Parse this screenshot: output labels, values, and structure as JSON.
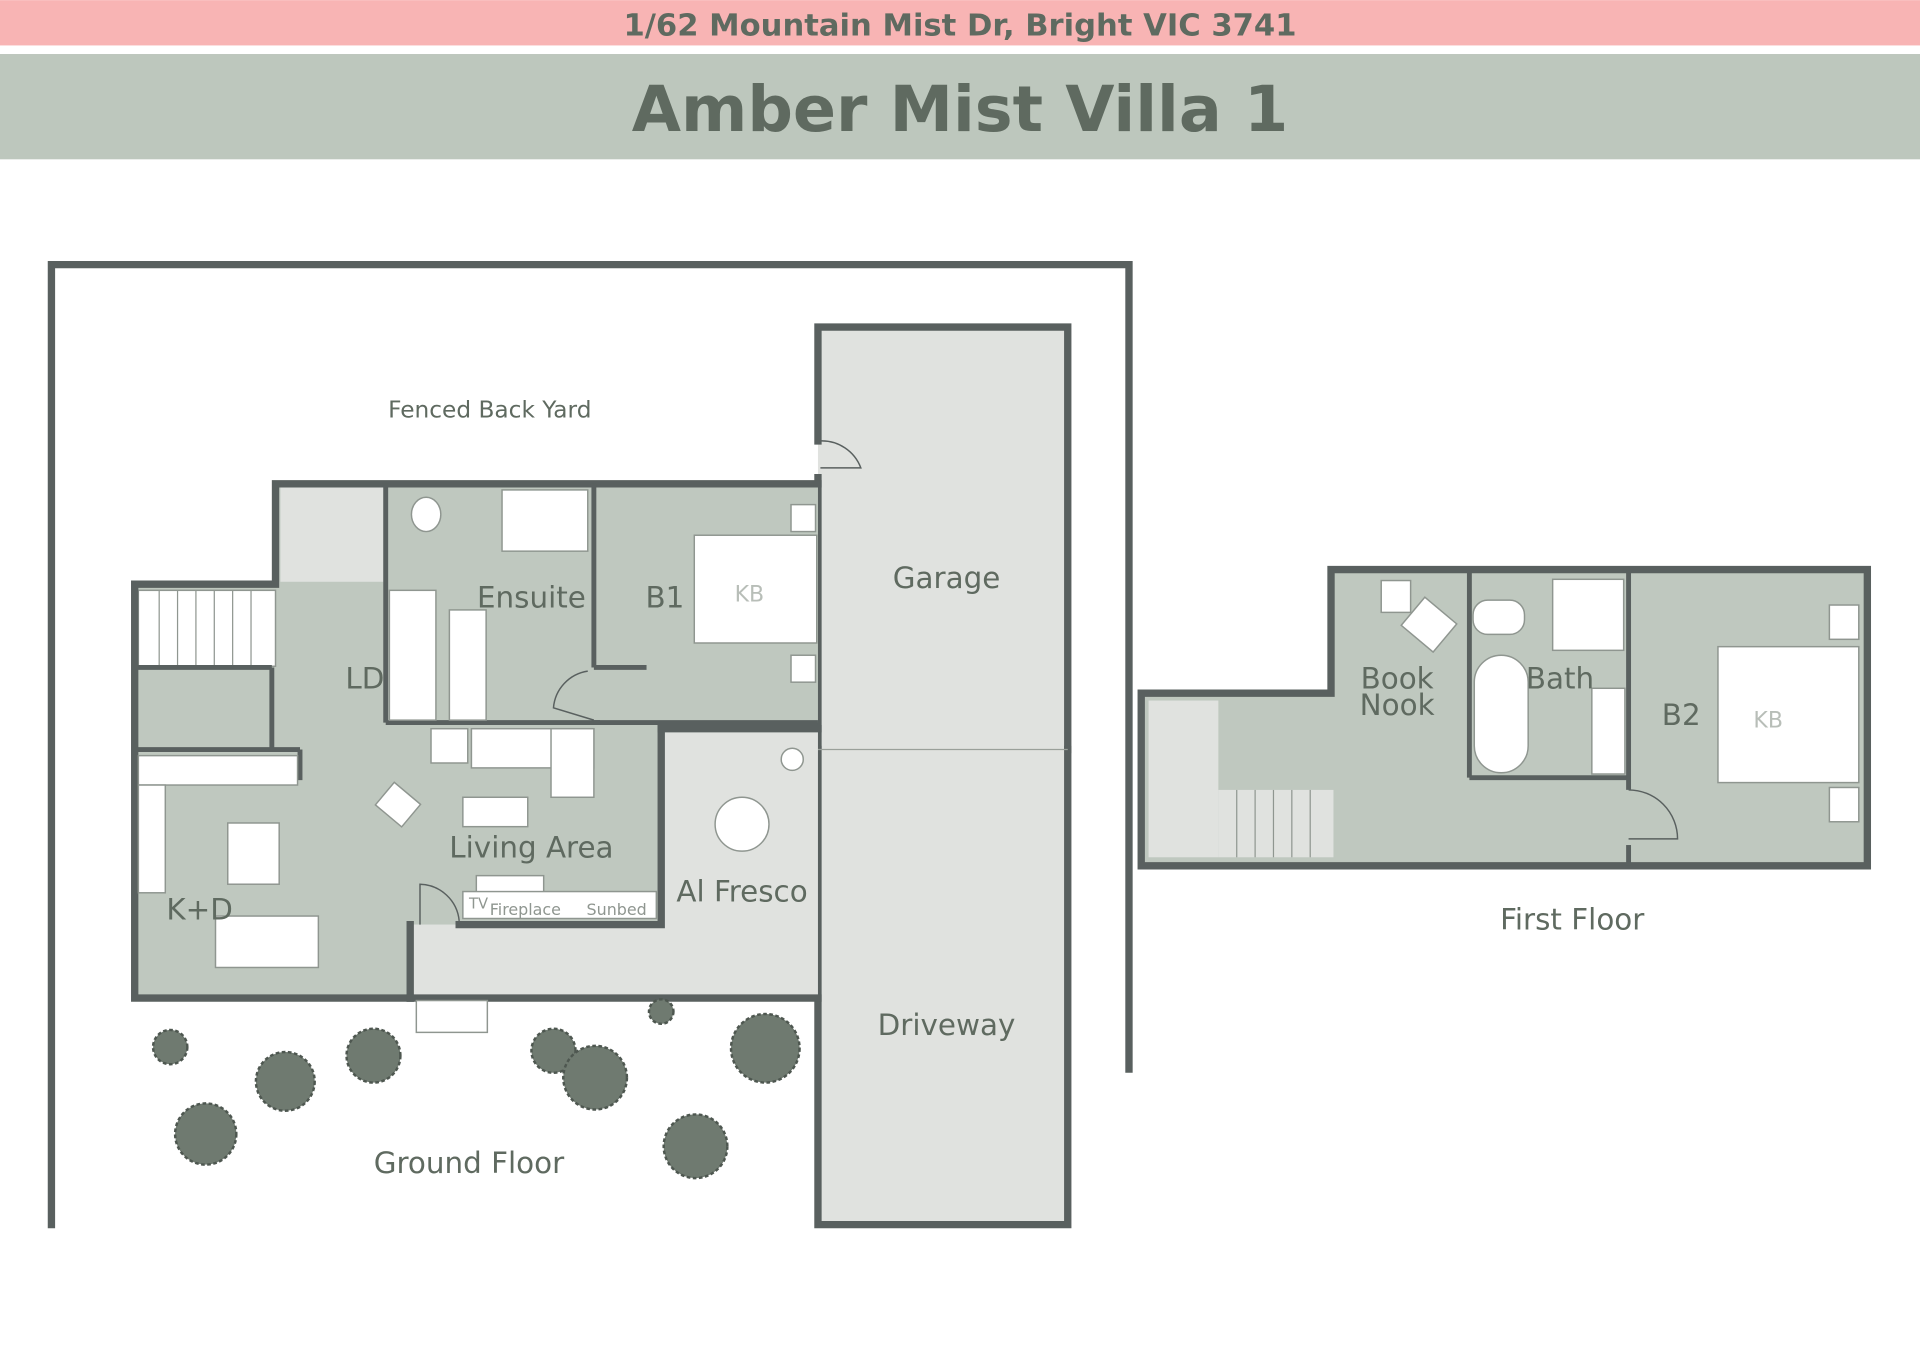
{
  "header": {
    "address": "1/62 Mountain Mist Dr, Bright VIC 3741",
    "title": "Amber Mist Villa 1"
  },
  "colors": {
    "address_band": "#f8b4b4",
    "title_band": "#bdc7bd",
    "text": "#5f6a60",
    "walls": "#59605f",
    "room_fill": "#bfc8bf",
    "outdoor_fill": "#e0e2df"
  },
  "ground_floor": {
    "caption": "Ground Floor",
    "labels": {
      "yard": "Fenced Back Yard",
      "garage": "Garage",
      "driveway": "Driveway",
      "ensuite": "Ensuite",
      "b1": "B1",
      "b1_bed": "KB",
      "ld": "LD",
      "living": "Living Area",
      "kd": "K+D",
      "alfresco": "Al Fresco",
      "tv": "TV",
      "fireplace": "Fireplace",
      "sunbed": "Sunbed"
    }
  },
  "first_floor": {
    "caption": "First Floor",
    "labels": {
      "book": "Book",
      "nook": "Nook",
      "bath": "Bath",
      "b2": "B2",
      "b2_bed": "KB"
    }
  }
}
